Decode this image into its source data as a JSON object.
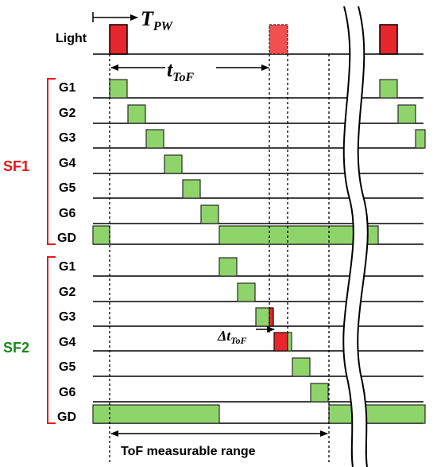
{
  "light_label": "Light",
  "t_pw": {
    "main": "T",
    "sub": "PW"
  },
  "t_tof": {
    "main": "t",
    "sub": "ToF"
  },
  "delta_t_tof": {
    "main": "Δt",
    "sub": "ToF"
  },
  "range_label": "ToF measurable range",
  "sf1": {
    "label": "SF1",
    "color": "#e8141b",
    "gates": [
      "G1",
      "G2",
      "G3",
      "G4",
      "G5",
      "G6",
      "GD"
    ]
  },
  "sf2": {
    "label": "SF2",
    "color": "#1a8a1a",
    "gates": [
      "G1",
      "G2",
      "G3",
      "G4",
      "G5",
      "G6",
      "GD"
    ]
  },
  "colors": {
    "light_pulse": "#e8262d",
    "light_pulse_delayed": "#f05050",
    "gate": "#8fd46a",
    "gate_stroke": "#2a2a2a"
  }
}
